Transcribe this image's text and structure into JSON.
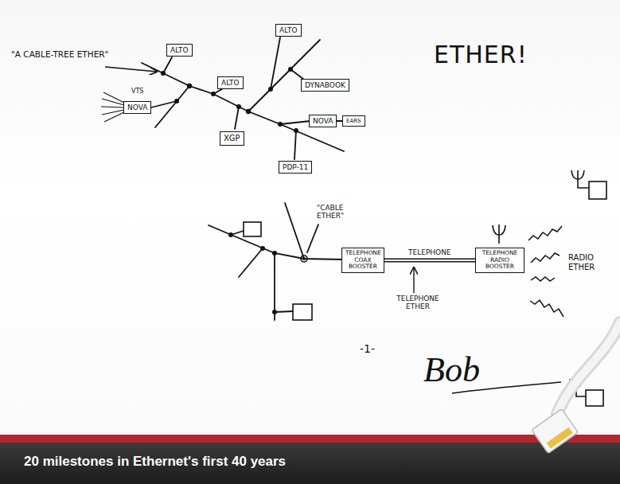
{
  "diagram": {
    "title": "ETHER!",
    "caption": "20 milestones in Ethernet's first 40 years",
    "nodes": [
      {
        "text": [
          "ALTO"
        ]
      },
      {
        "text": [
          "ALTO"
        ]
      },
      {
        "text": [
          "ALTO"
        ]
      },
      {
        "text": [
          "DYNABOOK"
        ]
      },
      {
        "text": [
          "NOVA"
        ]
      },
      {
        "text": [
          "NOVA"
        ]
      },
      {
        "text": [
          "EARS"
        ]
      },
      {
        "text": [
          "XGP"
        ]
      },
      {
        "text": [
          "PDP-11"
        ]
      },
      {
        "text": [
          "TELEPHONE COAX BOOSTER"
        ]
      },
      {
        "text": [
          "TELEPHONE RADIO BOOSTER"
        ]
      }
    ],
    "edges": [
      {
        "from": 9,
        "to": 10,
        "label": "TELEPHONE",
        "arrow": "none"
      }
    ],
    "labels": [
      "\"A CABLE-TREE ETHER\"",
      "VTS",
      "\"CABLE ETHER\"",
      "TELEPHONE ETHER",
      "RADIO ETHER",
      "-1-",
      "Bob"
    ]
  }
}
